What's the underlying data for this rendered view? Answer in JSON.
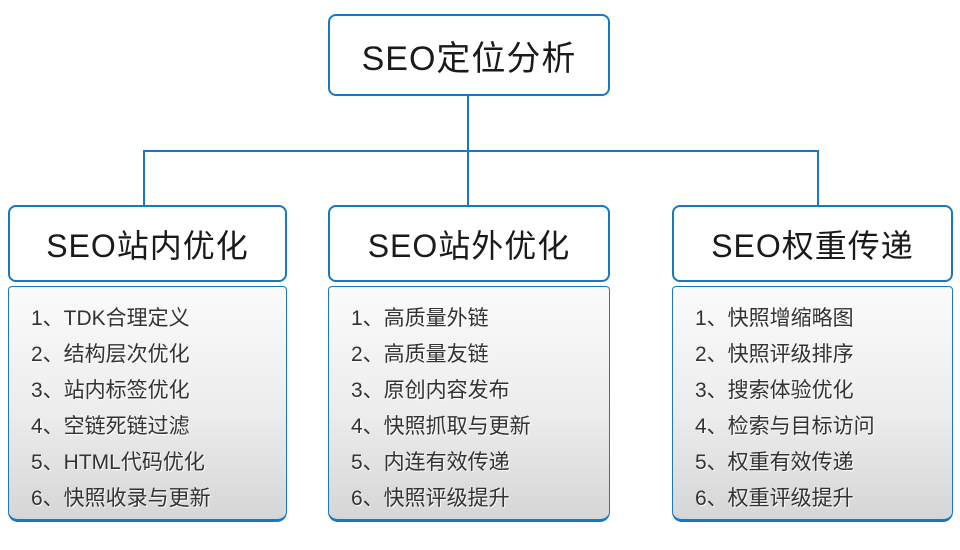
{
  "root": {
    "title": "SEO定位分析"
  },
  "branches": [
    {
      "title": "SEO站内优化",
      "items": [
        "1、TDK合理定义",
        "2、结构层次优化",
        "3、站内标签优化",
        "4、空链死链过滤",
        "5、HTML代码优化",
        "6、快照收录与更新"
      ]
    },
    {
      "title": "SEO站外优化",
      "items": [
        "1、高质量外链",
        "2、高质量友链",
        "3、原创内容发布",
        "4、快照抓取与更新",
        "5、内连有效传递",
        "6、快照评级提升"
      ]
    },
    {
      "title": "SEO权重传递",
      "items": [
        "1、快照增缩略图",
        "2、快照评级排序",
        "3、搜索体验优化",
        "4、检索与目标访问",
        "5、权重有效传递",
        "6、权重评级提升"
      ]
    }
  ],
  "colors": {
    "line_blue": "#1778c4",
    "text_dark": "#333333",
    "panel_gradient_top": "#fbfbfb",
    "panel_gradient_bottom": "#d6d6d6",
    "node_background": "#ffffff"
  }
}
